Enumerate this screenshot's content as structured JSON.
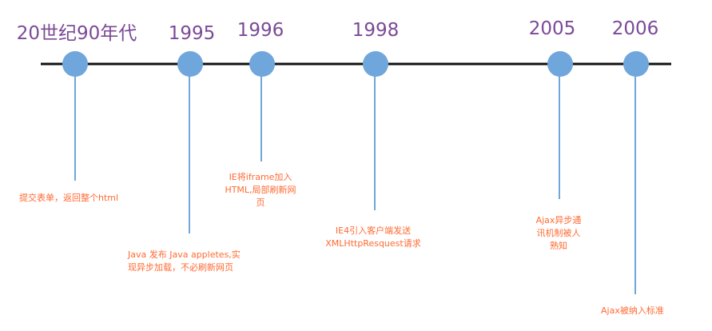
{
  "accent_colors": {
    "axis": "#111111",
    "node": "#6fa6dc",
    "connector": "#6fa6dc",
    "year_text": "#7b4a96",
    "event_text": "#ff6a33"
  },
  "timeline": {
    "events": [
      {
        "year": "20世纪90年代",
        "description": "提交表单，返回整个html"
      },
      {
        "year": "1995",
        "description": "Java 发布 Java appletes,实\n现异步加载，不必刷新网页"
      },
      {
        "year": "1996",
        "description": "IE将iframe加入\nHTML,局部刷新网页"
      },
      {
        "year": "1998",
        "description": "IE4引入客户端发送\nXMLHttpResquest请求"
      },
      {
        "year": "2005",
        "description": "Ajax异步通\n讯机制被人\n熟知"
      },
      {
        "year": "2006",
        "description": "Ajax被纳入标准"
      }
    ]
  }
}
